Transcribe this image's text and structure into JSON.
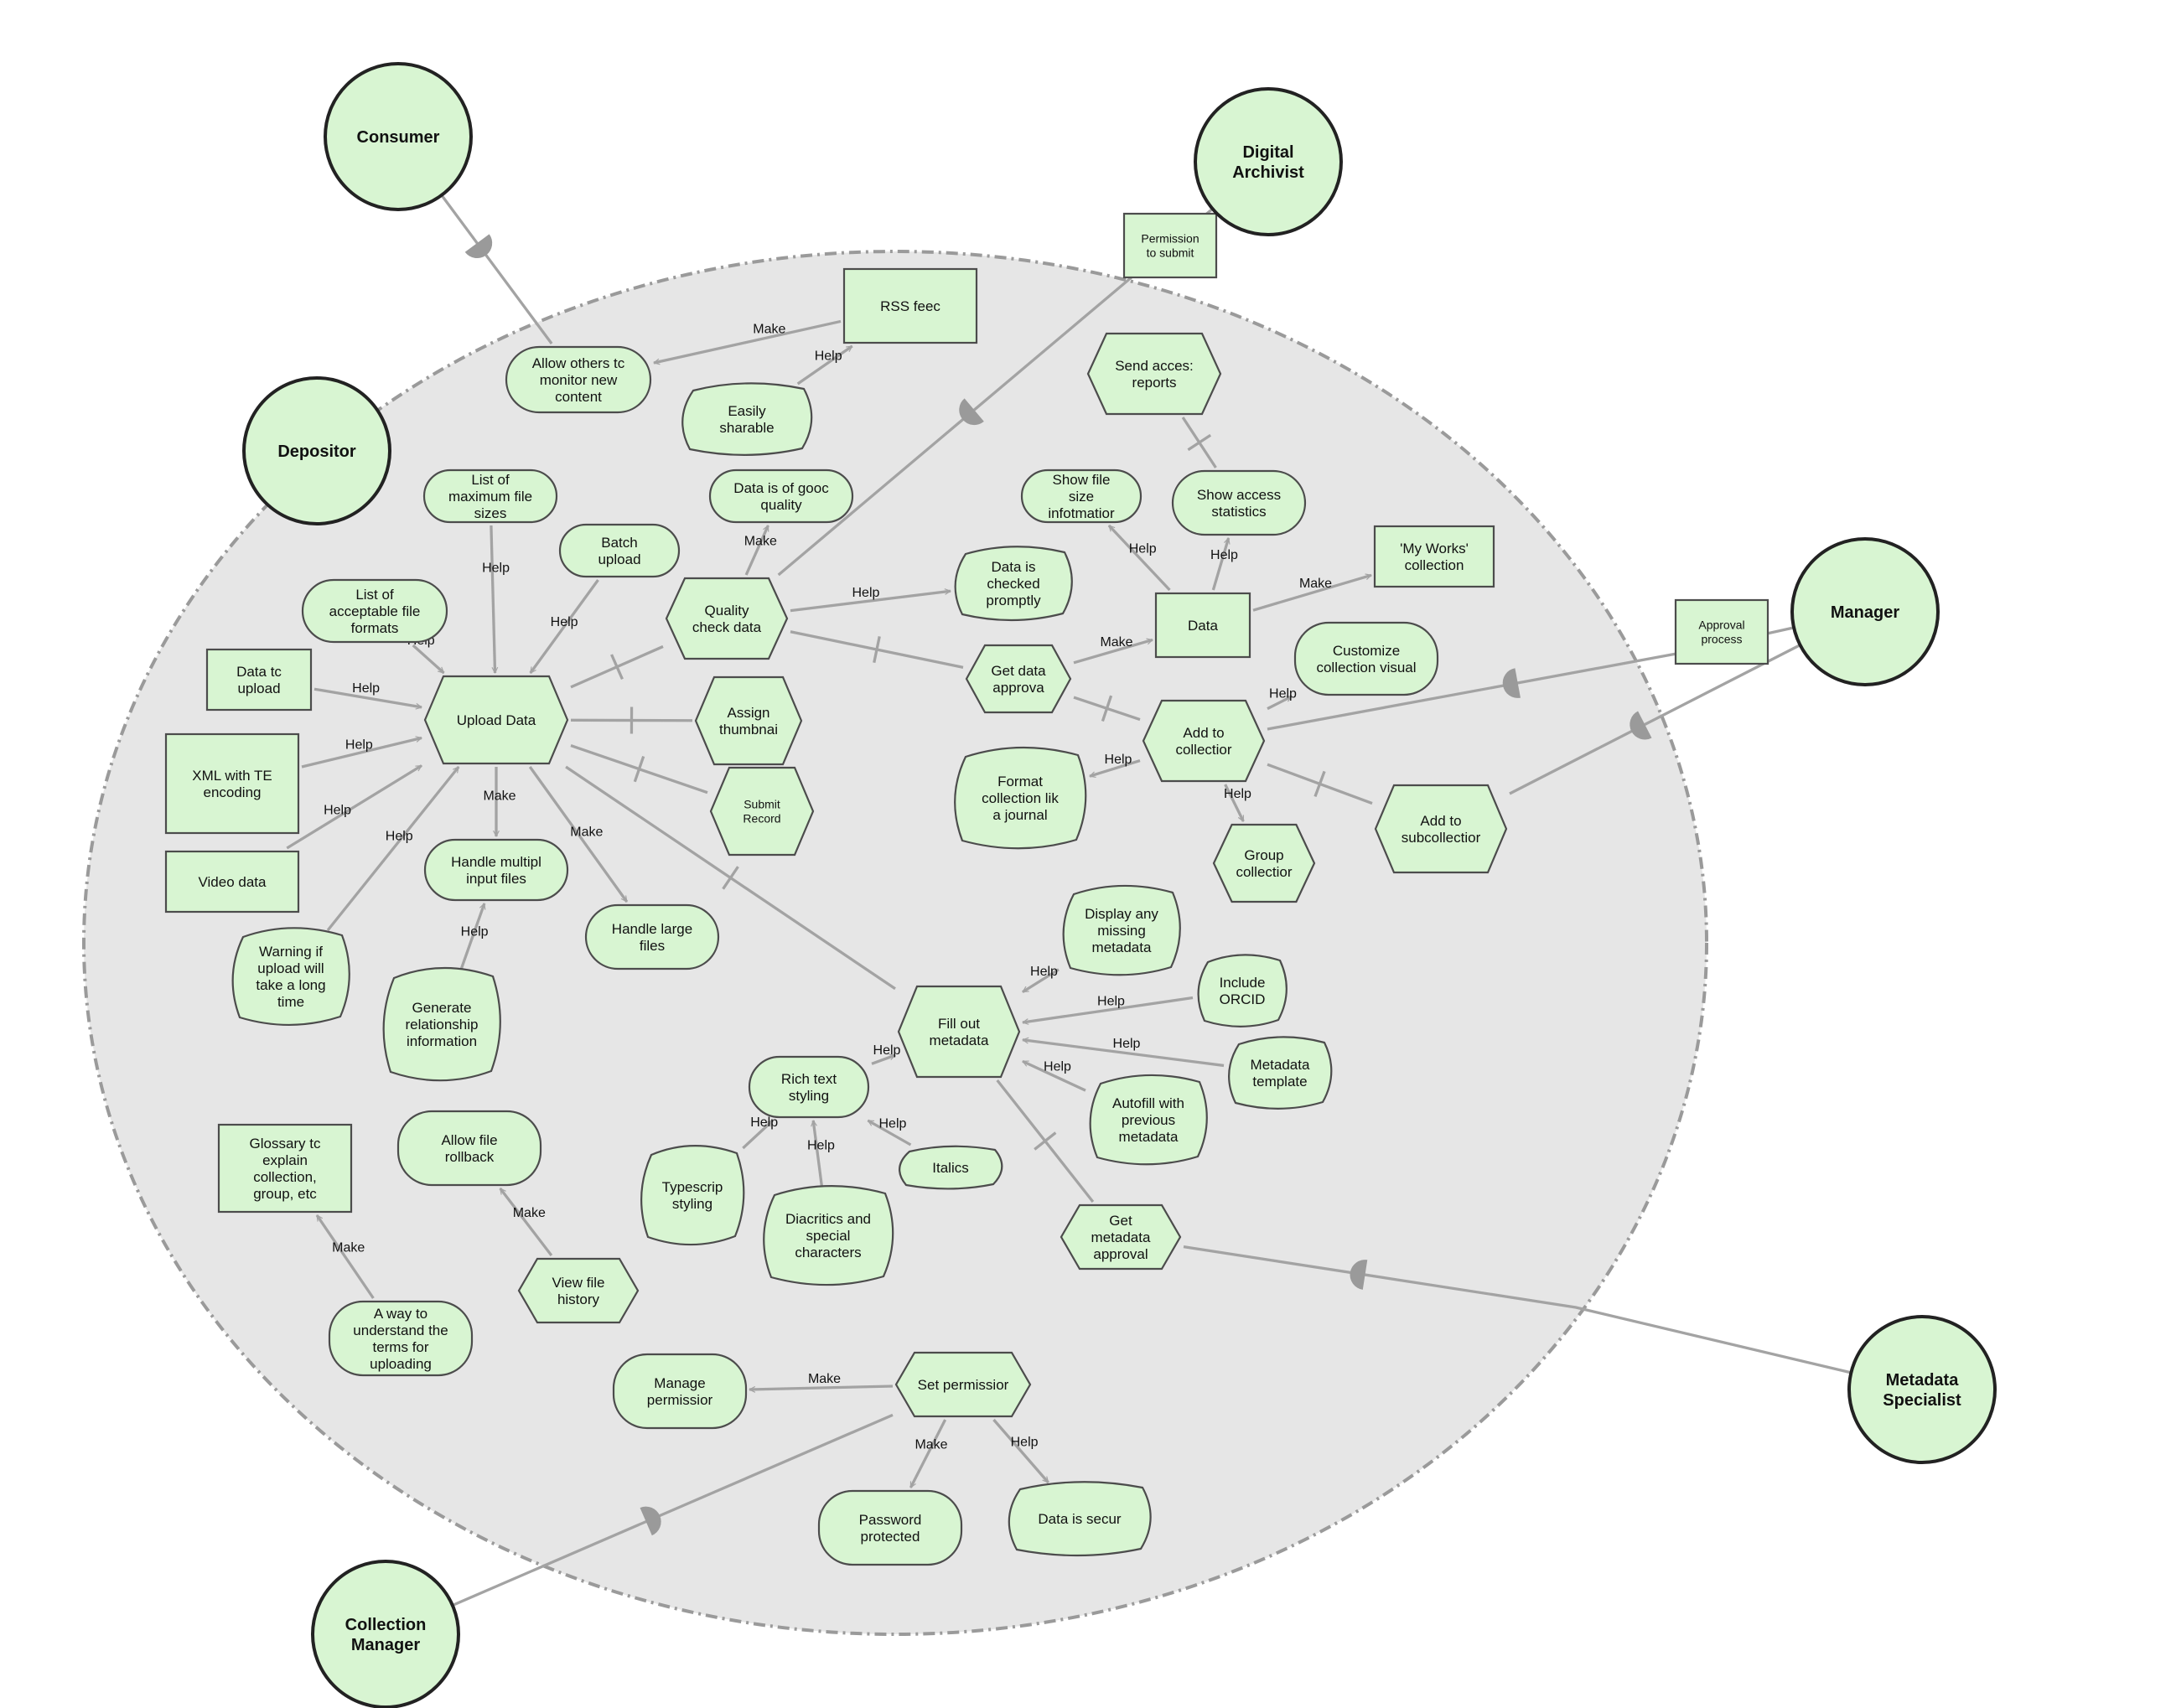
{
  "actors": [
    {
      "id": "consumer",
      "lines": [
        "Consumer"
      ]
    },
    {
      "id": "digital-archivist",
      "lines": [
        "Digital",
        "Archivist"
      ]
    },
    {
      "id": "depositor",
      "lines": [
        "Depositor"
      ]
    },
    {
      "id": "manager",
      "lines": [
        "Manager"
      ]
    },
    {
      "id": "metadata-specialist",
      "lines": [
        "Metadata",
        "Specialist"
      ]
    },
    {
      "id": "collection-manager",
      "lines": [
        "Collection",
        "Manager"
      ]
    }
  ],
  "nodes": [
    {
      "id": "permission-to-submit",
      "kind": "resource",
      "lines": [
        "Permission",
        "to submit"
      ]
    },
    {
      "id": "approval-process",
      "kind": "resource",
      "lines": [
        "Approval",
        "process"
      ]
    },
    {
      "id": "rss-feed",
      "kind": "resource",
      "lines": [
        "RSS feec"
      ]
    },
    {
      "id": "allow-others",
      "kind": "goal",
      "lines": [
        "Allow others tc",
        "monitor new",
        "content"
      ]
    },
    {
      "id": "easily-sharable",
      "kind": "softgoal",
      "lines": [
        "Easily",
        "sharable"
      ]
    },
    {
      "id": "send-access-reports",
      "kind": "task",
      "lines": [
        "Send acces:",
        "reports"
      ]
    },
    {
      "id": "list-max-sizes",
      "kind": "goal",
      "lines": [
        "List of",
        "maximum file",
        "sizes"
      ]
    },
    {
      "id": "data-good-quality",
      "kind": "goal",
      "lines": [
        "Data is of gooc",
        "quality"
      ]
    },
    {
      "id": "show-file-size",
      "kind": "goal",
      "lines": [
        "Show file",
        "size",
        "infotmatior"
      ]
    },
    {
      "id": "show-access-stats",
      "kind": "goal",
      "lines": [
        "Show access",
        "statistics"
      ]
    },
    {
      "id": "batch-upload",
      "kind": "goal",
      "lines": [
        "Batch",
        "upload"
      ]
    },
    {
      "id": "my-works",
      "kind": "resource",
      "lines": [
        "'My Works'",
        "collection"
      ]
    },
    {
      "id": "list-formats",
      "kind": "goal",
      "lines": [
        "List of",
        "acceptable file",
        "formats"
      ]
    },
    {
      "id": "quality-check",
      "kind": "task",
      "lines": [
        "Quality",
        "check data"
      ]
    },
    {
      "id": "data-checked-promptly",
      "kind": "softgoal",
      "lines": [
        "Data is",
        "checked",
        "promptly"
      ]
    },
    {
      "id": "data",
      "kind": "resource",
      "lines": [
        "Data"
      ]
    },
    {
      "id": "customize-collection",
      "kind": "goal",
      "lines": [
        "Customize",
        "collection visual"
      ]
    },
    {
      "id": "data-to-upload",
      "kind": "resource",
      "lines": [
        "Data tc",
        "upload"
      ]
    },
    {
      "id": "get-data-approval",
      "kind": "task",
      "lines": [
        "Get data",
        "approva"
      ]
    },
    {
      "id": "upload-data",
      "kind": "task",
      "lines": [
        "Upload Data"
      ]
    },
    {
      "id": "assign-thumbnail",
      "kind": "task",
      "lines": [
        "Assign",
        "thumbnai"
      ]
    },
    {
      "id": "add-to-collection",
      "kind": "task",
      "lines": [
        "Add to",
        "collectior"
      ]
    },
    {
      "id": "xml-tei",
      "kind": "resource",
      "lines": [
        "XML with TE",
        "encoding"
      ]
    },
    {
      "id": "format-collection",
      "kind": "softgoal",
      "lines": [
        "Format",
        "collection lik",
        "a journal"
      ]
    },
    {
      "id": "submit-record",
      "kind": "task",
      "lines": [
        "Submit",
        "Record"
      ]
    },
    {
      "id": "add-to-subcollection",
      "kind": "task",
      "lines": [
        "Add to",
        "subcollectior"
      ]
    },
    {
      "id": "video-data",
      "kind": "resource",
      "lines": [
        "Video data"
      ]
    },
    {
      "id": "handle-multiple",
      "kind": "goal",
      "lines": [
        "Handle multipl",
        "input files"
      ]
    },
    {
      "id": "group-collection",
      "kind": "task",
      "lines": [
        "Group",
        "collectior"
      ]
    },
    {
      "id": "handle-large",
      "kind": "goal",
      "lines": [
        "Handle large",
        "files"
      ]
    },
    {
      "id": "display-missing",
      "kind": "softgoal",
      "lines": [
        "Display any",
        "missing",
        "metadata"
      ]
    },
    {
      "id": "warning-upload",
      "kind": "softgoal",
      "lines": [
        "Warning if",
        "upload will",
        "take a long",
        "time"
      ]
    },
    {
      "id": "include-orcid",
      "kind": "softgoal",
      "lines": [
        "Include",
        "ORCID"
      ]
    },
    {
      "id": "generate-relationship",
      "kind": "softgoal",
      "lines": [
        "Generate",
        "relationship",
        "information"
      ]
    },
    {
      "id": "fill-out-metadata",
      "kind": "task",
      "lines": [
        "Fill out",
        "metadata"
      ]
    },
    {
      "id": "metadata-template",
      "kind": "softgoal",
      "lines": [
        "Metadata",
        "template"
      ]
    },
    {
      "id": "rich-text",
      "kind": "goal",
      "lines": [
        "Rich text",
        "styling"
      ]
    },
    {
      "id": "autofill",
      "kind": "softgoal",
      "lines": [
        "Autofill with",
        "previous",
        "metadata"
      ]
    },
    {
      "id": "glossary",
      "kind": "resource",
      "lines": [
        "Glossary tc",
        "explain",
        "collection,",
        "group, etc"
      ]
    },
    {
      "id": "allow-rollback",
      "kind": "goal",
      "lines": [
        "Allow file",
        "rollback"
      ]
    },
    {
      "id": "italics",
      "kind": "softgoal",
      "lines": [
        "Italics"
      ]
    },
    {
      "id": "typescript",
      "kind": "softgoal",
      "lines": [
        "Typescrip",
        "styling"
      ]
    },
    {
      "id": "diacritics",
      "kind": "softgoal",
      "lines": [
        "Diacritics and",
        "special",
        "characters"
      ]
    },
    {
      "id": "get-metadata-approval",
      "kind": "task",
      "lines": [
        "Get",
        "metadata",
        "approval"
      ]
    },
    {
      "id": "view-file-history",
      "kind": "task",
      "lines": [
        "View file",
        "history"
      ]
    },
    {
      "id": "way-to-understand",
      "kind": "goal",
      "lines": [
        "A way to",
        "understand the",
        "terms for",
        "uploading"
      ]
    },
    {
      "id": "manage-permissions",
      "kind": "goal",
      "lines": [
        "Manage",
        "permissior"
      ]
    },
    {
      "id": "set-permissions",
      "kind": "task",
      "lines": [
        "Set permissior"
      ]
    },
    {
      "id": "password-protected",
      "kind": "goal",
      "lines": [
        "Password",
        "protected"
      ]
    },
    {
      "id": "data-secure",
      "kind": "softgoal",
      "lines": [
        "Data is secur"
      ]
    }
  ],
  "edge_labels": {
    "make": "Make",
    "help": "Help"
  },
  "palette": {
    "node_fill": "#d8f5d2",
    "boundary_fill": "#e6e6e6",
    "edge": "#a3a3a3"
  }
}
